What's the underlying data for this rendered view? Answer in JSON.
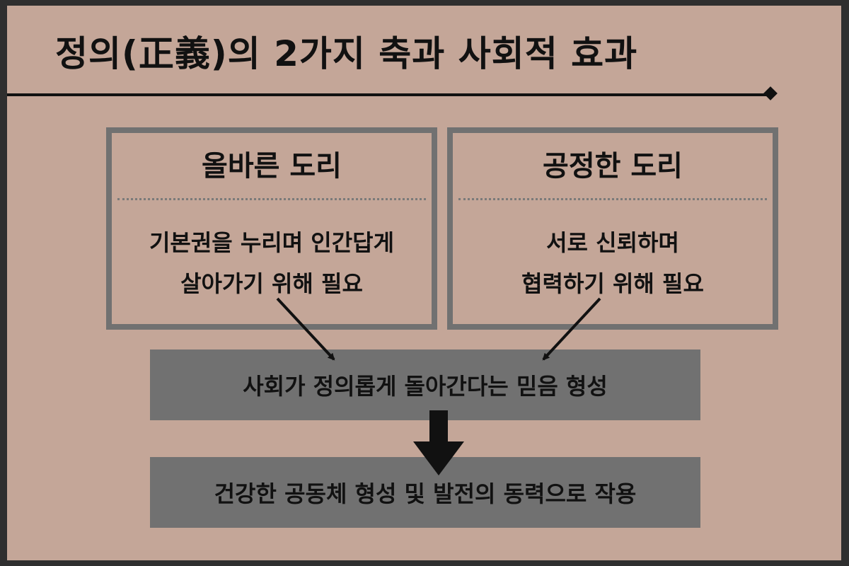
{
  "title": "정의(正義)의 2가지 축과 사회적 효과",
  "boxes": [
    {
      "heading": "올바른 도리",
      "line1": "기본권을 누리며 인간답게",
      "line2": "살아가기 위해 필요"
    },
    {
      "heading": "공정한 도리",
      "line1": "서로 신뢰하며",
      "line2": "협력하기 위해 필요"
    }
  ],
  "result1": "사회가 정의롭게 돌아간다는 믿음 형성",
  "result2": "건강한 공동체 형성 및 발전의 동력으로 작용",
  "colors": {
    "background": "#c4a698",
    "border": "#2f2f2f",
    "box_border": "#717171",
    "bar_fill": "#717171",
    "text": "#111111"
  }
}
